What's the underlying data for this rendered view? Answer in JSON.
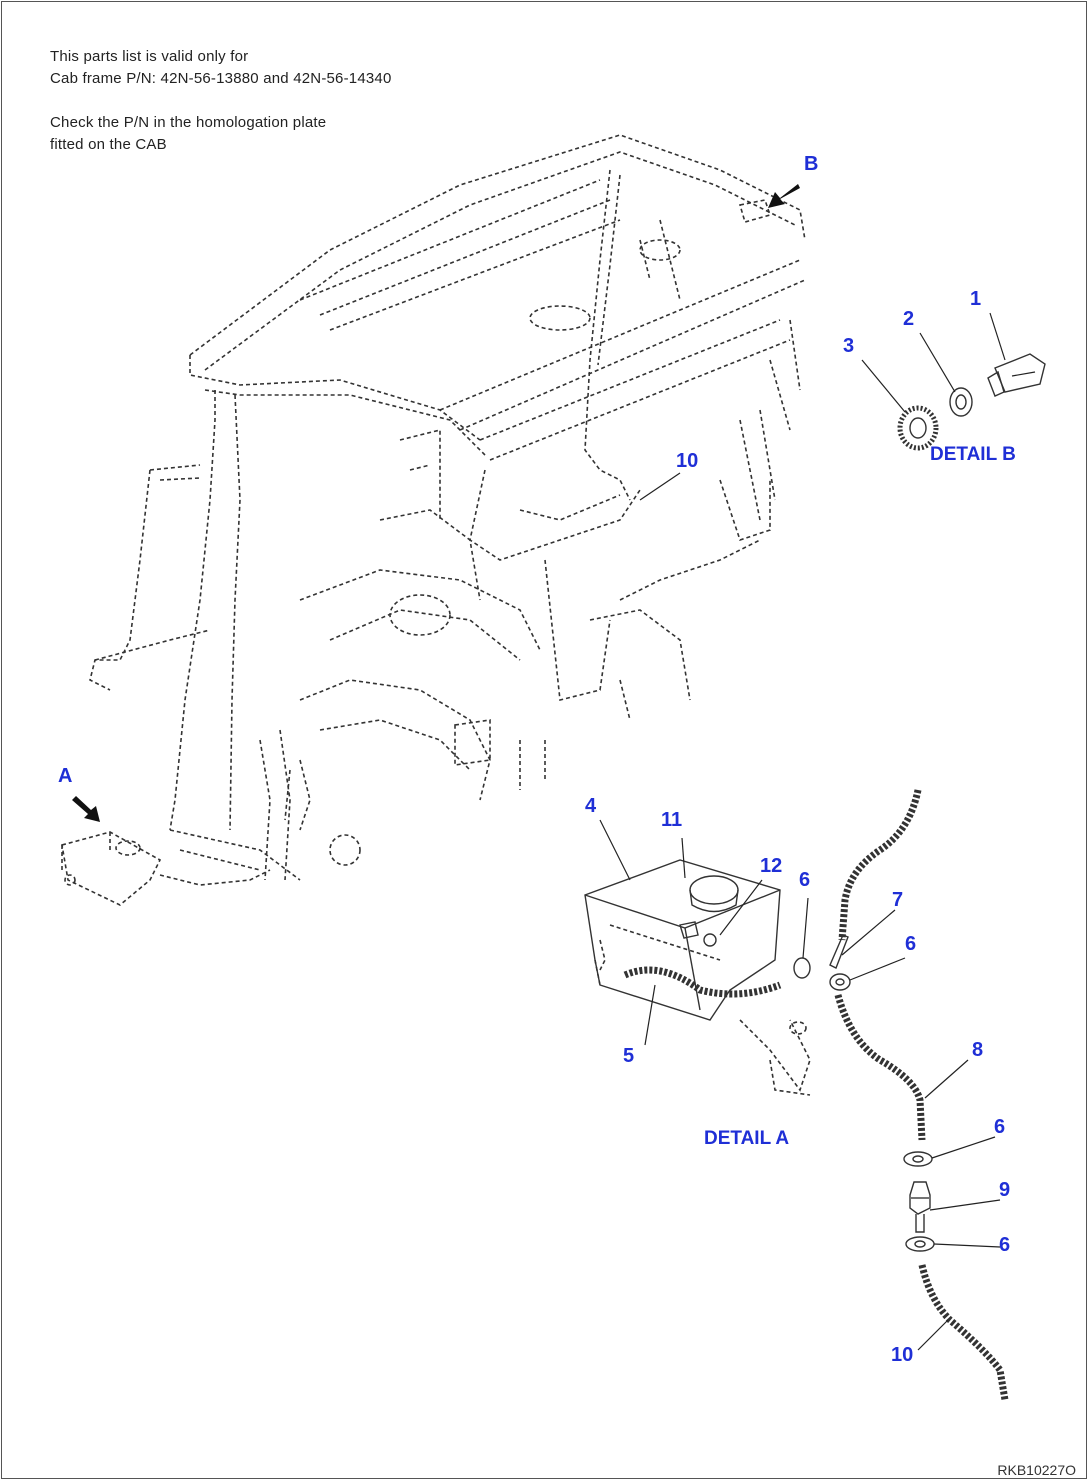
{
  "notes": {
    "line1": "This parts list is valid only for",
    "line2": "Cab frame P/N: 42N-56-13880 and 42N-56-14340",
    "line3": "Check the P/N in the homologation plate",
    "line4": "fitted on the CAB"
  },
  "view_markers": {
    "a": "A",
    "b": "B"
  },
  "detail_labels": {
    "a": "DETAIL A",
    "b": "DETAIL B"
  },
  "callouts": {
    "c1": "1",
    "c2": "2",
    "c3": "3",
    "c4": "4",
    "c5": "5",
    "c6a": "6",
    "c6b": "6",
    "c6c": "6",
    "c6d": "6",
    "c7": "7",
    "c8": "8",
    "c9": "9",
    "c10a": "10",
    "c10b": "10",
    "c11": "11",
    "c12": "12"
  },
  "drawing_number": "RKB10227O",
  "colors": {
    "callout": "#1f2fd6",
    "line": "#333333",
    "background": "#ffffff"
  }
}
